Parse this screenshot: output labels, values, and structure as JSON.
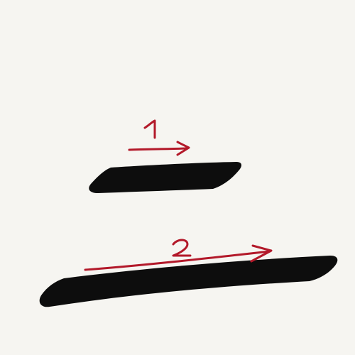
{
  "character": "二",
  "stroke_order": [
    {
      "order": "1",
      "direction": "left-to-right"
    },
    {
      "order": "2",
      "direction": "left-to-right"
    }
  ],
  "colors": {
    "background": "#f6f5f1",
    "ink": "#0d0d0d",
    "annotation": "#b3192a"
  }
}
